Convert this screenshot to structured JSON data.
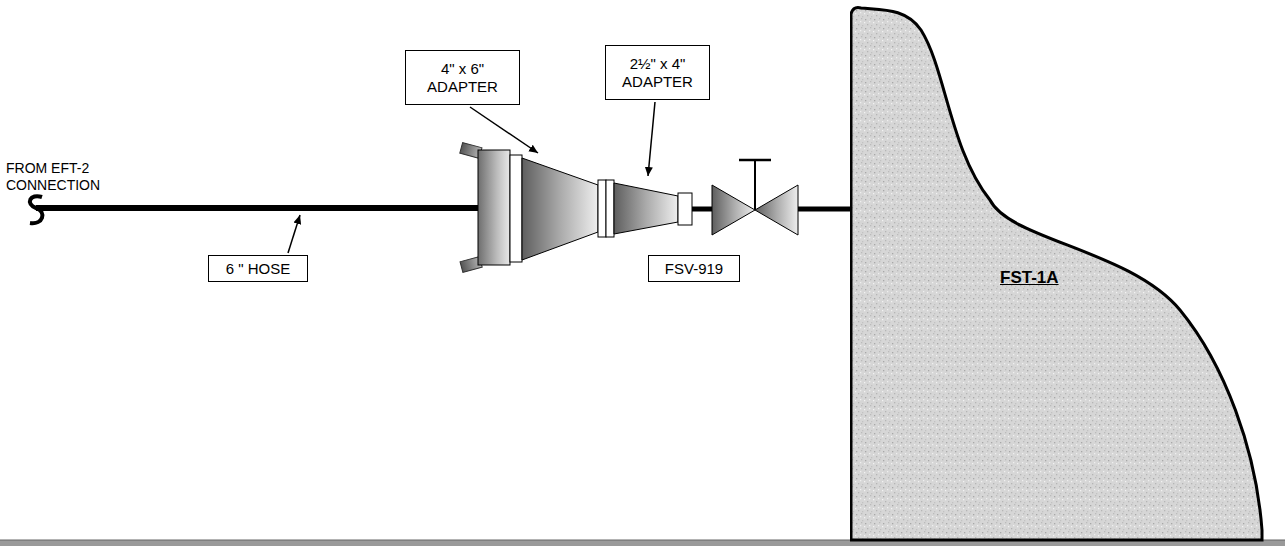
{
  "diagram": {
    "nodes": [
      {
        "text": [
          "4\" x 6\" ADAPTER"
        ]
      },
      {
        "text": [
          "2½\" x 4\" ADAPTER"
        ]
      },
      {
        "text": [
          "6 \" HOSE"
        ]
      },
      {
        "text": [
          "FSV-919"
        ]
      },
      {
        "text": [
          "FST-1A"
        ]
      }
    ],
    "labels": [
      "FROM EFT-2 CONNECTION"
    ]
  }
}
